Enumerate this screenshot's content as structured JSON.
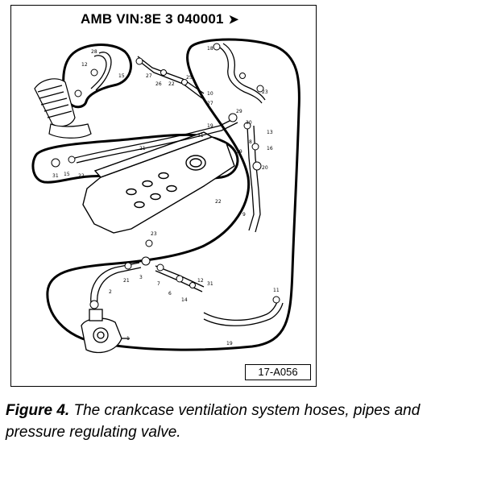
{
  "figure": {
    "header_text": "AMB VIN:8E 3 040001",
    "header_arrow": "➤",
    "reference_code": "17-A056",
    "part_labels": [
      "28",
      "12",
      "15",
      "27",
      "26",
      "25",
      "22",
      "10",
      "27",
      "21",
      "19",
      "23",
      "18",
      "31",
      "29",
      "30",
      "8",
      "13",
      "19",
      "16",
      "20",
      "31",
      "15",
      "22",
      "22",
      "23",
      "9",
      "3",
      "7",
      "2",
      "6",
      "21",
      "12",
      "31",
      "11",
      "14",
      "19",
      "1"
    ]
  },
  "caption": {
    "lead": "Figure 4.",
    "text": " The crankcase ventilation system hoses, pipes and pressure regulating valve."
  }
}
